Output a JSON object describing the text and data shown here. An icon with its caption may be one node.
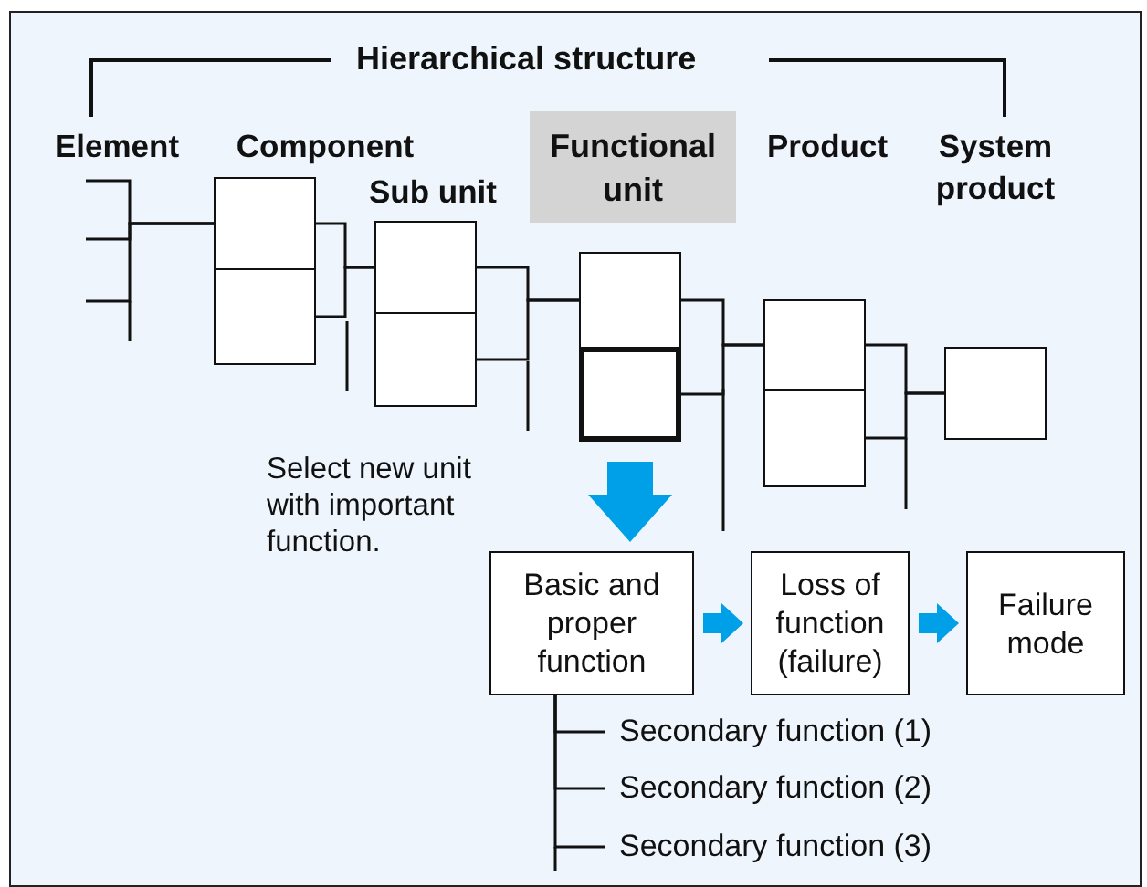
{
  "diagram": {
    "title": "Hierarchical structure",
    "nodes": [
      {
        "text": [
          "Functional unit"
        ]
      },
      {
        "text": [],
        "shape": "box"
      },
      {
        "text": [],
        "shape": "box"
      },
      {
        "text": [],
        "shape": "box"
      },
      {
        "text": [],
        "shape": "box"
      },
      {
        "text": [],
        "shape": "box"
      },
      {
        "text": [],
        "shape": "box"
      },
      {
        "text": [],
        "shape": "box"
      },
      {
        "text": [],
        "shape": "box"
      },
      {
        "text": [],
        "shape": "box"
      },
      {
        "text": [
          "Basic and proper function"
        ]
      },
      {
        "text": [
          "Loss of function (failure)"
        ]
      },
      {
        "text": [
          "Failure mode"
        ]
      },
      {
        "text": [
          "Secondary function (1)"
        ]
      },
      {
        "text": [
          "Secondary function (2)"
        ]
      },
      {
        "text": [
          "Secondary function (3)"
        ]
      }
    ],
    "edges": [
      {
        "from": null,
        "to": 1,
        "arrow": "none"
      },
      {
        "from": null,
        "to": 1,
        "arrow": "none"
      },
      {
        "from": null,
        "to": 1,
        "arrow": "none"
      },
      {
        "from": 1,
        "to": 3,
        "arrow": "none"
      },
      {
        "from": 2,
        "to": 3,
        "arrow": "none"
      },
      {
        "from": 3,
        "to": 5,
        "arrow": "none"
      },
      {
        "from": 4,
        "to": 5,
        "arrow": "none"
      },
      {
        "from": 5,
        "to": 7,
        "arrow": "none"
      },
      {
        "from": 6,
        "to": 7,
        "arrow": "none"
      },
      {
        "from": 7,
        "to": 9,
        "arrow": "none"
      },
      {
        "from": 8,
        "to": 9,
        "arrow": "none"
      },
      {
        "from": 6,
        "to": 10,
        "arrow": "to",
        "style": "thick",
        "color": "#00a0e9"
      },
      {
        "from": 10,
        "to": 11,
        "arrow": "to",
        "style": "thick",
        "color": "#00a0e9"
      },
      {
        "from": 11,
        "to": 12,
        "arrow": "to",
        "style": "thick",
        "color": "#00a0e9"
      },
      {
        "from": 10,
        "to": 13,
        "arrow": "none"
      },
      {
        "from": 10,
        "to": 14,
        "arrow": "none"
      },
      {
        "from": 10,
        "to": 15,
        "arrow": "none"
      }
    ],
    "labels": [
      "Element",
      "Component",
      "Sub unit",
      "Product",
      "System product",
      "Select new unit with important function."
    ]
  }
}
